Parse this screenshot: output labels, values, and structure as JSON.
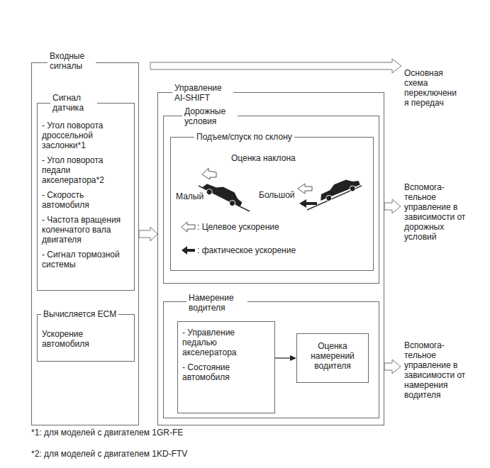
{
  "diagram": {
    "nodes": [
      {
        "text": [
          "Входные сигналы"
        ]
      },
      {
        "text": [
          "Сигнал датчика",
          "- Угол поворота дроссельной заслонки*1",
          "- Угол поворота педали акселератора*2",
          "- Скорость автомобиля",
          "- Частота вращения коленчатого вала двигателя",
          "- Сигнал тормозной системы"
        ],
        "in": 0
      },
      {
        "text": [
          "Вычисляется ECM",
          "Ускорение автомобиля"
        ],
        "in": 0
      },
      {
        "text": [
          "Управление AI-SHIFT"
        ]
      },
      {
        "text": [
          "Дорожные условия"
        ],
        "in": 3
      },
      {
        "text": [
          "Подъем/спуск по склону",
          "Оценка наклона",
          "Малый",
          "Большой"
        ],
        "in": 4
      },
      {
        "text": [
          "Намерение водителя"
        ],
        "in": 3
      },
      {
        "text": [
          "- Управление педалью акселератора",
          "- Состояние автомобиля"
        ],
        "in": 6
      },
      {
        "text": [
          "Оценка намерений водителя"
        ],
        "in": 6
      }
    ],
    "edges": [
      {
        "from": 0,
        "to": 3,
        "arrow": "to"
      },
      {
        "from": 7,
        "to": 8,
        "arrow": "to"
      }
    ],
    "labels": [
      "Основная схема переключени я передач",
      "Вспомога- тельное управление в зависимости от дорожных условий",
      "Вспомога- тельное управление в зависимости от намерения водителя",
      "*1: для моделей с двигателем 1GR-FE",
      "*2: для моделей с двигателем 1KD-FTV"
    ],
    "legend": [
      {
        "text": ": Целевое ускорение"
      },
      {
        "text": ": фактическое ускорение"
      }
    ]
  }
}
